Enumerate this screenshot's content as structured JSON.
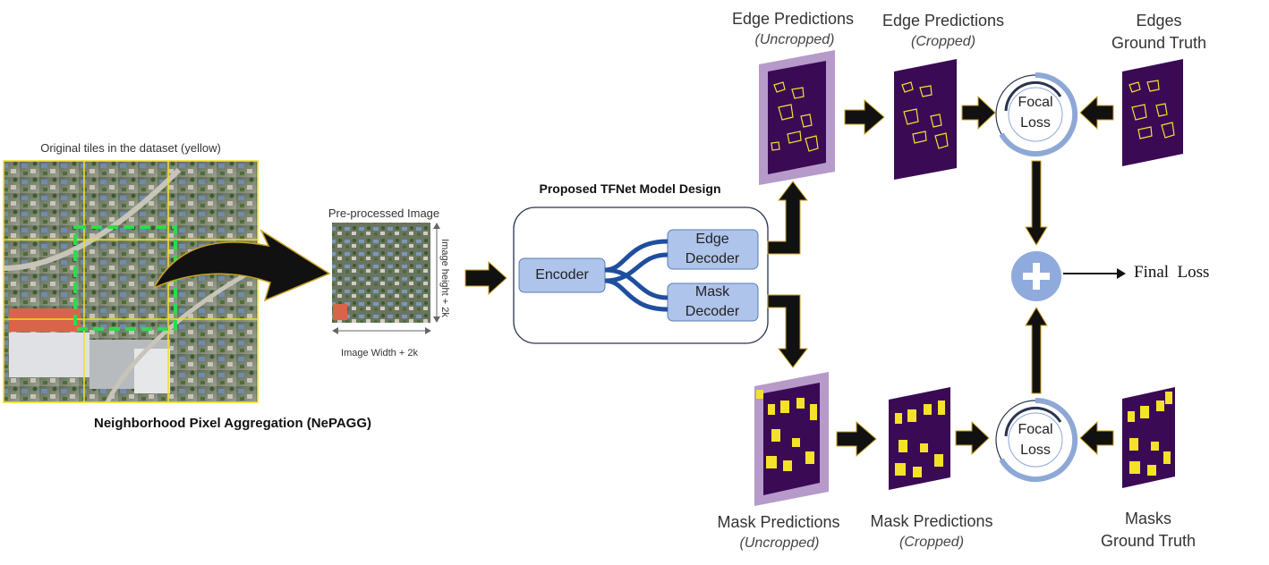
{
  "aggregation": {
    "caption": "Original tiles in the dataset (yellow)",
    "title": "Neighborhood Pixel Aggregation (NePAGG)"
  },
  "preprocessed": {
    "caption": "Pre-processed Image",
    "width_label": "Image Width + 2k",
    "height_label": "Image height + 2k"
  },
  "model": {
    "title": "Proposed TFNet Model Design",
    "encoder": "Encoder",
    "edge_decoder": [
      "Edge",
      "Decoder"
    ],
    "mask_decoder": [
      "Mask",
      "Decoder"
    ]
  },
  "edges": {
    "uncropped_title": "Edge Predictions",
    "uncropped_sub": "(Uncropped)",
    "cropped_title": "Edge Predictions",
    "cropped_sub": "(Cropped)",
    "gt_title": [
      "Edges",
      "Ground Truth"
    ]
  },
  "masks": {
    "uncropped_title": "Mask Predictions",
    "uncropped_sub": "(Uncropped)",
    "cropped_title": "Mask Predictions",
    "cropped_sub": "(Cropped)",
    "gt_title": [
      "Masks",
      "Ground Truth"
    ]
  },
  "loss": {
    "focal": [
      "Focal",
      "Loss"
    ],
    "final": "Final  Loss"
  },
  "colors": {
    "tile_grid": "#f0e020",
    "nepagg_box": "#2ddc4a",
    "model_box": "#aec4ea",
    "decoder_links": "#1f4e9e",
    "prediction_bg": "#3b0a55",
    "prediction_fg": "#f4e22a",
    "uncropped_border": "#b69ac9",
    "loss_ring": "#8ea8d6",
    "plus_circle": "#8faadc",
    "arrow": "#111111",
    "arrow_outline": "#c9a227"
  }
}
